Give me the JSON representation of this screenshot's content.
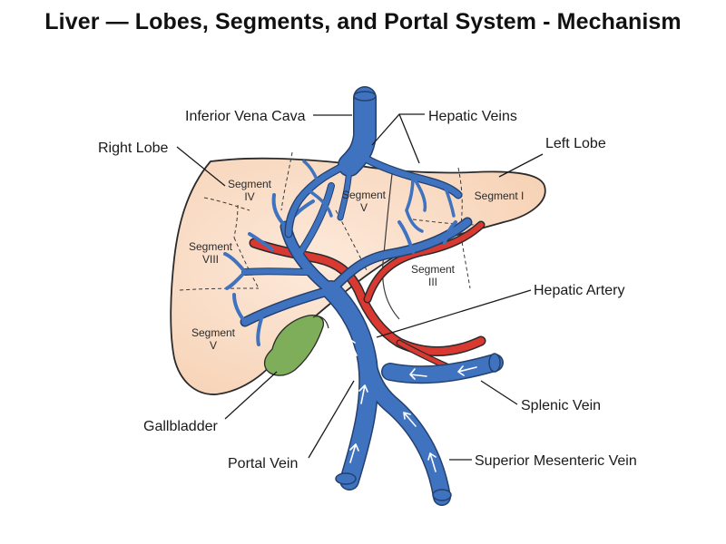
{
  "title": "Liver — Lobes, Segments, and Portal System - Mechanism",
  "labels": {
    "ivc": "Inferior Vena Cava",
    "hepatic_veins": "Hepatic Veins",
    "right_lobe": "Right Lobe",
    "left_lobe": "Left Lobe",
    "hepatic_artery": "Hepatic Artery",
    "splenic_vein": "Splenic Vein",
    "gallbladder": "Gallbladder",
    "portal_vein": "Portal Vein",
    "superior_mesenteric_vein": "Superior Mesenteric Vein"
  },
  "segments": {
    "iv": {
      "l1": "Segment",
      "l2": "IV"
    },
    "v_top": {
      "l1": "Segment",
      "l2": "V"
    },
    "i": {
      "l1": "Segment I"
    },
    "viii": {
      "l1": "Segment",
      "l2": "VIII"
    },
    "iii": {
      "l1": "Segment",
      "l2": "III"
    },
    "v_bottom": {
      "l1": "Segment",
      "l2": "V"
    }
  },
  "colors": {
    "liver_fill": "#f9dcc4",
    "liver_outline": "#2b2b2b",
    "vein_blue": "#3f73c0",
    "artery_red": "#d83a32",
    "gallbladder_green": "#7fae5a"
  }
}
